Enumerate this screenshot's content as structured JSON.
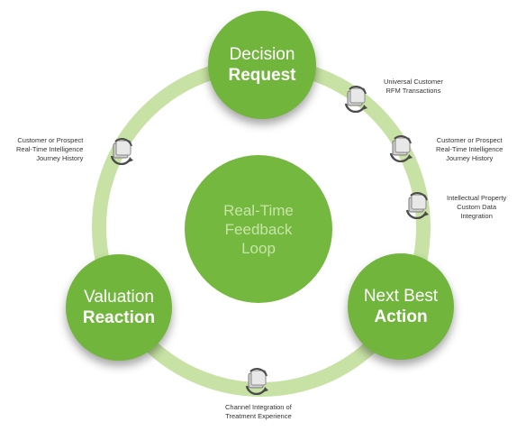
{
  "colors": {
    "node_green": "#72b53c",
    "ring_green": "#c7e2a4",
    "center_green": "#74b83f",
    "center_text": "#c6e5a6",
    "label_text": "#333333",
    "icon_arrow": "#4b4b4b"
  },
  "nodes": {
    "decision_request": {
      "line1": "Decision",
      "line2": "Request"
    },
    "next_best_action": {
      "line1": "Next Best",
      "line2": "Action"
    },
    "valuation_reaction": {
      "line1": "Valuation",
      "line2": "Reaction"
    }
  },
  "center": {
    "line1": "Real-Time",
    "line2": "Feedback",
    "line3": "Loop"
  },
  "labels": {
    "rfm": [
      "Universal Customer",
      "RFM Transactions"
    ],
    "journey_right": [
      "Customer or Prospect",
      "Real-Time Intelligence",
      "Journey History"
    ],
    "ip": [
      "Intellectual Property",
      "Custom Data",
      "Integration"
    ],
    "channel": [
      "Channel Integration of",
      "Treatment Experience"
    ],
    "journey_left": [
      "Customer or Prospect",
      "Real-Time Intelligence",
      "Journey History"
    ]
  },
  "icons": [
    "cycle-database-icon"
  ]
}
